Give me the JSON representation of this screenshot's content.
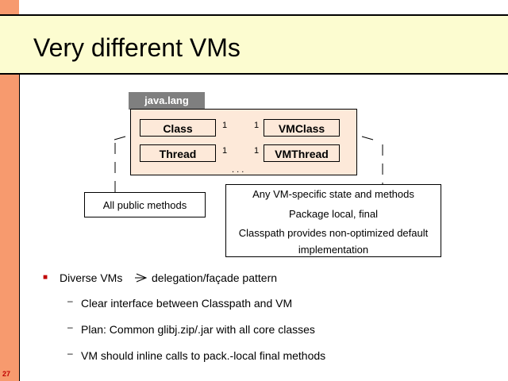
{
  "slide": {
    "title": "Very different VMs",
    "number": "27"
  },
  "diagram": {
    "package": "java.lang",
    "classes": [
      "Class",
      "Thread"
    ],
    "vm_classes": [
      "VMClass",
      "VMThread"
    ],
    "multiplicities": [
      "1",
      "1",
      "1",
      "1"
    ],
    "ellipsis": ". . .",
    "note_left": "All public methods",
    "note_right": [
      "Any VM-specific state and methods",
      "Package local, final",
      "Classpath provides non-optimized default",
      "implementation"
    ]
  },
  "bullets": {
    "main_start": "Diverse VMs",
    "main_end": "delegation/façade pattern",
    "sub": [
      "Clear interface between Classpath and VM",
      "Plan: Common glibj.zip/.jar with all core classes",
      "VM should inline calls to pack.-local final methods"
    ]
  }
}
